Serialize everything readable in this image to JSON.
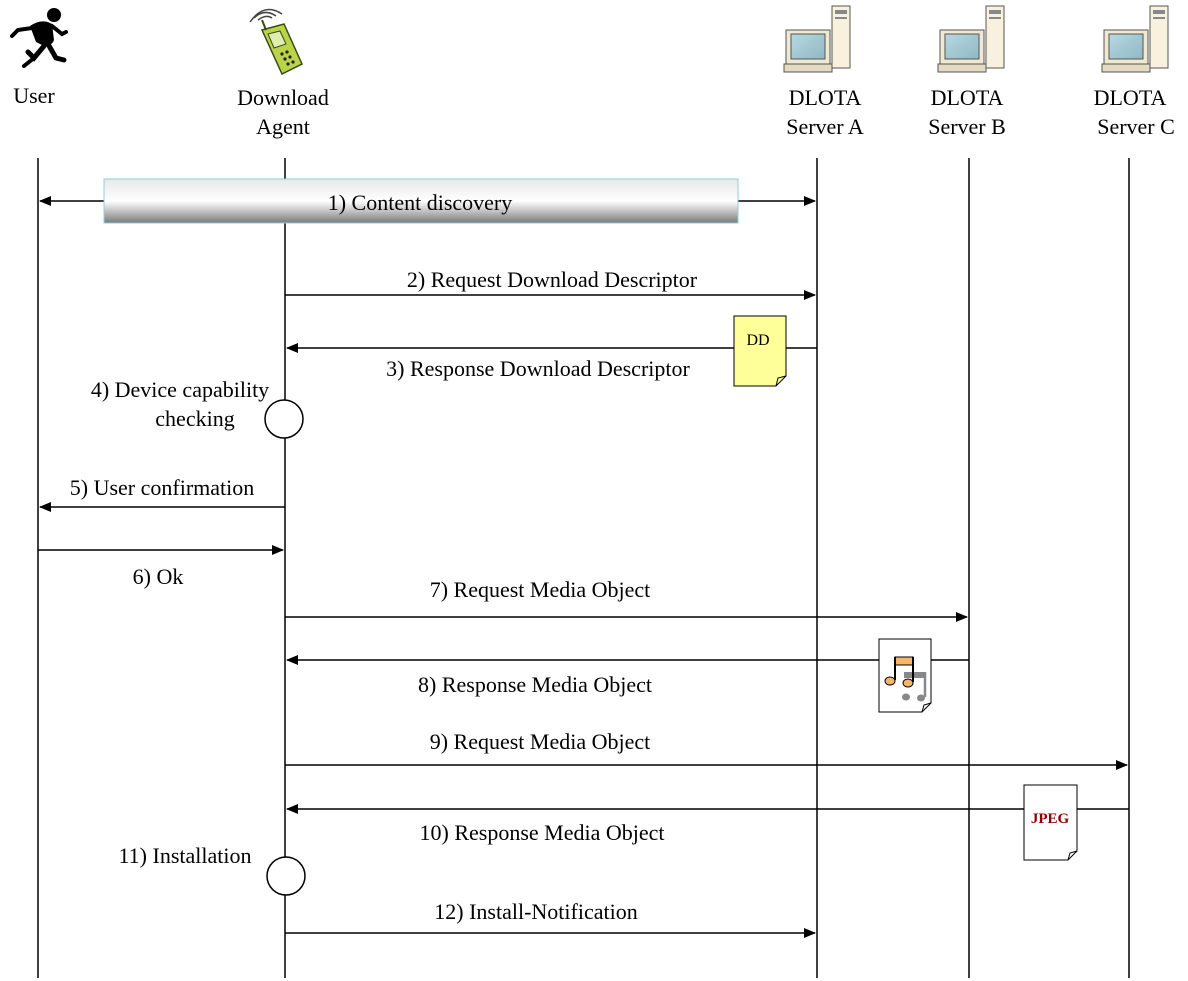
{
  "actors": [
    {
      "id": "user",
      "label_lines": [
        "User"
      ],
      "icon": "running-person-icon"
    },
    {
      "id": "agent",
      "label_lines": [
        "Download",
        "Agent"
      ],
      "icon": "mobile-phone-icon"
    },
    {
      "id": "server_a",
      "label_lines": [
        "DLOTA",
        "Server A"
      ],
      "icon": "server-computer-icon"
    },
    {
      "id": "server_b",
      "label_lines": [
        "DLOTA",
        "Server B"
      ],
      "icon": "server-computer-icon"
    },
    {
      "id": "server_c",
      "label_lines": [
        "DLOTA",
        "Server C"
      ],
      "icon": "server-computer-icon"
    }
  ],
  "discovery_label": "1) Content discovery",
  "messages": [
    {
      "label": "2) Request Download Descriptor",
      "from": "agent",
      "to": "server_a"
    },
    {
      "label": "3) Response Download Descriptor",
      "from": "server_a",
      "to": "agent"
    },
    {
      "label": "5) User confirmation",
      "from": "agent",
      "to": "user"
    },
    {
      "label": "6) Ok",
      "from": "user",
      "to": "agent"
    },
    {
      "label": "7) Request Media Object",
      "from": "agent",
      "to": "server_b"
    },
    {
      "label": "8) Response Media Object",
      "from": "server_b",
      "to": "agent"
    },
    {
      "label": "9) Request Media Object",
      "from": "agent",
      "to": "server_c"
    },
    {
      "label": "10) Response Media Object",
      "from": "server_c",
      "to": "agent"
    },
    {
      "label": "12) Install-Notification",
      "from": "agent",
      "to": "server_a"
    }
  ],
  "activities": [
    {
      "label_lines": [
        "4) Device capability",
        "checking"
      ]
    },
    {
      "label_lines": [
        "11) Installation"
      ]
    }
  ],
  "documents": {
    "dd": {
      "label": "DD",
      "color": "#ffff99"
    },
    "music": {
      "icon": "music-note-icon"
    },
    "jpeg": {
      "label": "JPEG",
      "color": "#8b0000"
    }
  }
}
